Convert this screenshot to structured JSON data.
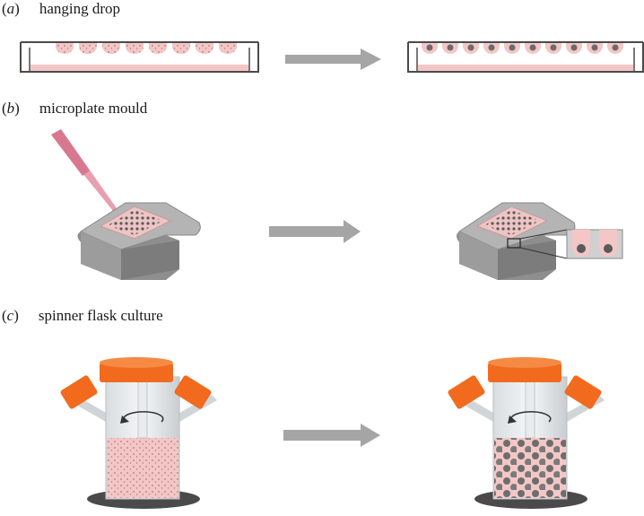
{
  "panels": [
    {
      "letter": "a",
      "title": "hanging drop"
    },
    {
      "letter": "b",
      "title": "microplate mould"
    },
    {
      "letter": "c",
      "title": "spinner flask culture"
    }
  ],
  "colors": {
    "medium_pink": "#f4c6c6",
    "cell_dark": "#6b6b6b",
    "arrow_grey": "#a5a5a5",
    "cap_orange": "#f26a1e",
    "plate_grey": "#9a9a9a",
    "pipette_pink": "#e07890"
  },
  "icons": [
    "right-arrow-icon",
    "rotation-arrow-icon",
    "pipette-icon"
  ]
}
